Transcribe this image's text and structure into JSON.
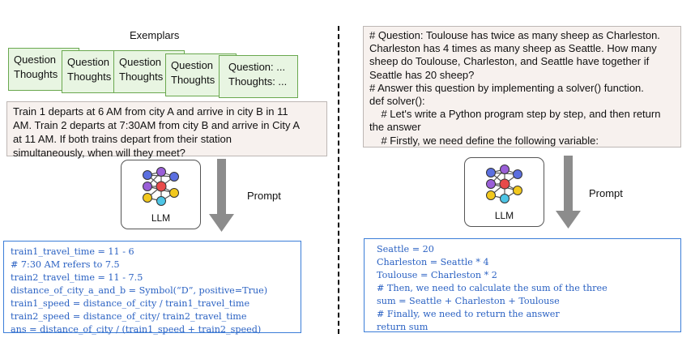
{
  "left": {
    "exemplars_title": "Exemplars",
    "cards": [
      {
        "q": "Question",
        "t": "Thoughts"
      },
      {
        "q": "Question",
        "t": "Thoughts"
      },
      {
        "q": "Question",
        "t": "Thoughts"
      },
      {
        "q": "Question",
        "t": "Thoughts"
      },
      {
        "q": "Question: ...",
        "t": "Thoughts: ..."
      }
    ],
    "question_lines": [
      "Train 1 departs at 6 AM from city A and arrive in city B in 11",
      "AM. Train 2 departs at 7:30AM from city B and arrive in City A",
      "at 11 AM.  If both trains depart from their station",
      "simultaneously, when will they meet?"
    ],
    "llm_label": "LLM",
    "prompt_label": "Prompt",
    "code_lines": [
      "train1_travel_time = 11 - 6",
      "# 7:30 AM refers to 7.5",
      "train2_travel_time = 11 - 7.5",
      "distance_of_city_a_and_b = Symbol(“D”, positive=True)",
      "train1_speed = distance_of_city / train1_travel_time",
      "train2_speed = distance_of_city/ train2_travel_time",
      "ans = distance_of_city / (train1_speed + train2_speed)"
    ]
  },
  "right": {
    "question_lines": [
      "# Question: Toulouse has twice as many sheep as Charleston.",
      "Charleston has 4 times as many sheep as Seattle. How many",
      "sheep do Toulouse, Charleston, and Seattle have together if",
      "Seattle has 20 sheep?",
      "# Answer this question by implementing a solver() function.",
      "def solver():",
      "    # Let's write a Python program step by step, and then return",
      "the answer",
      "    # Firstly, we need define the following variable:"
    ],
    "llm_label": "LLM",
    "prompt_label": "Prompt",
    "code_lines": [
      "Seattle = 20",
      "Charleston = Seattle * 4",
      "Toulouse = Charleston * 2",
      "# Then, we need to calculate the sum of the three",
      "sum = Seattle + Charleston + Toulouse",
      "# Finally, we need to return the answer",
      "return sum"
    ]
  },
  "colors": {
    "card_fill": "#e8f5e2",
    "card_border": "#6aa84f",
    "question_fill": "#f7f1ee",
    "code_text": "#2b62c3",
    "code_border": "#3b7dd8",
    "arrow": "#8c8c8c",
    "net_red": "#e84a4a",
    "net_blue": "#5b6fe0",
    "net_purple": "#9a5fd8",
    "net_yellow": "#f2c81d",
    "net_cyan": "#4dc5e6"
  }
}
